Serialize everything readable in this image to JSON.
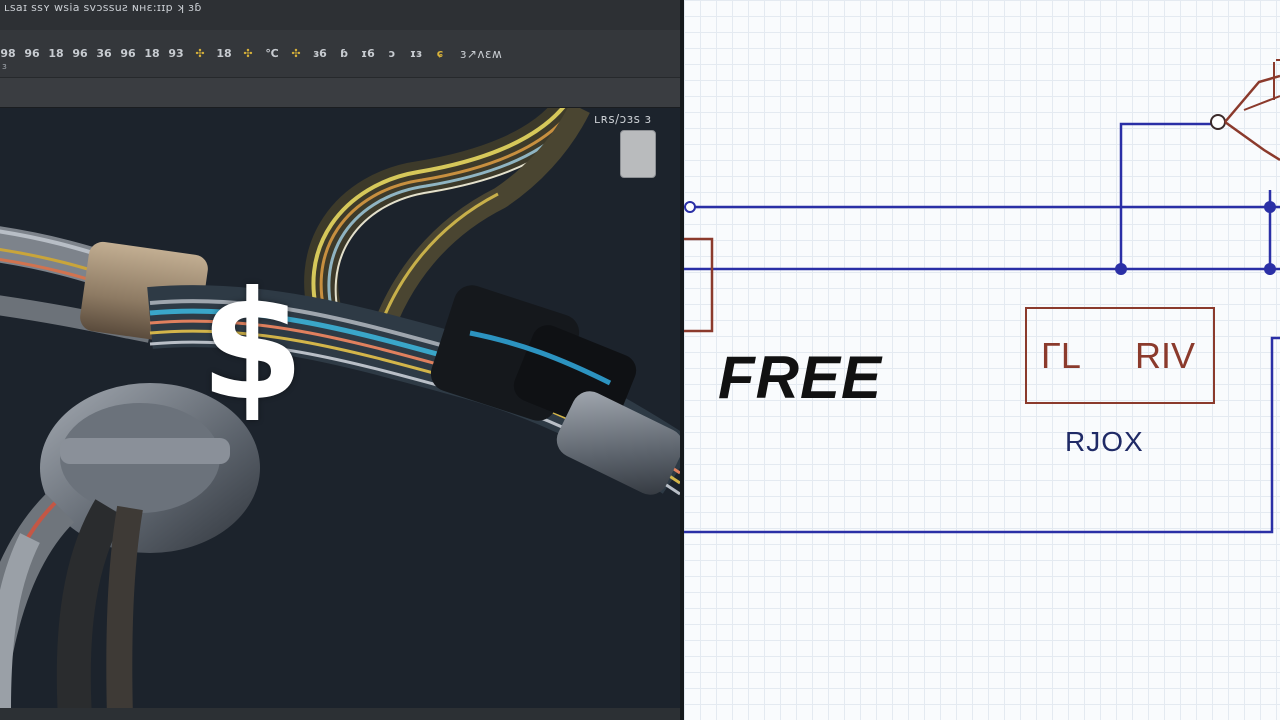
{
  "app": {
    "menubar_text": "ʟsaɪ ssʏ  wsia  svɔssuƨ  ɴʜɛ:ɪɪp  ʞ  ɜɓ",
    "toolbar_items": [
      "98",
      "96",
      "18",
      "96",
      "36",
      "96",
      "18",
      "93",
      "✣",
      "18",
      "✣",
      "℃",
      "✣",
      "ɜ6",
      "ɓ",
      "ɪ6",
      "ɔ",
      "ɪɜ",
      "ɕ"
    ],
    "toolbar_tail": "ɜ↗ʌɛʍ",
    "status_line": "ɜ"
  },
  "viewport_3d": {
    "view_label": "ʟʀs/ɔɜs  ɜ",
    "overlay_symbol": "$",
    "colors": {
      "background": "#1c232c",
      "cable_gray": "#8a8f96",
      "connector": "#5d636b"
    }
  },
  "schematic": {
    "overlay_text": "FREE",
    "component": {
      "label_left": "ΓL",
      "label_right": "RIV",
      "reference": "RJOX"
    },
    "colors": {
      "wire": "#2a2fa6",
      "component": "#8b3a2c",
      "grid": "#e4eaf1"
    }
  }
}
